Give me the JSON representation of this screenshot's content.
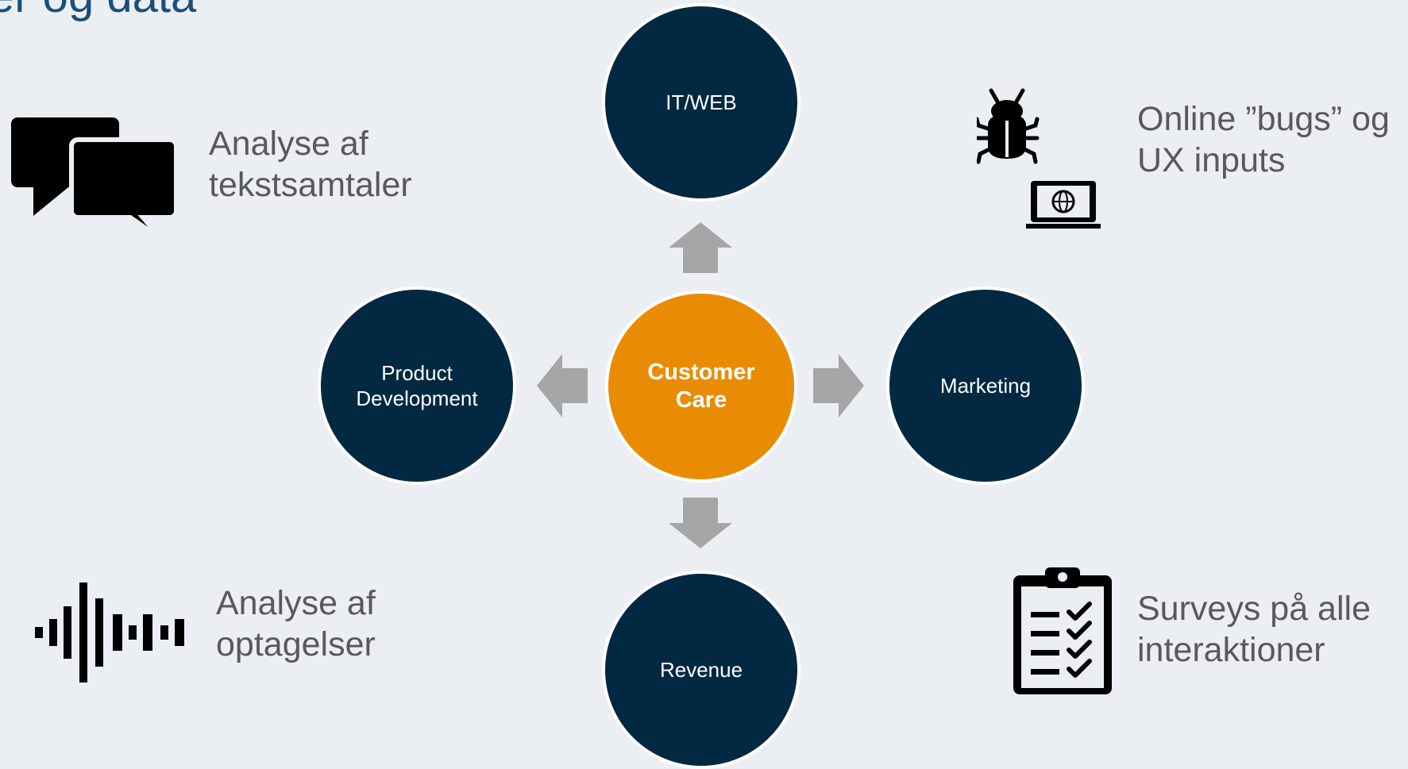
{
  "title": "er og data",
  "colors": {
    "background": "#ebeff3",
    "node": "#032842",
    "center": "#ea8c03",
    "arrow": "#a6a6a6",
    "label_text": "#595959",
    "title_text": "#1b4e7a"
  },
  "diagram": {
    "center": "Customer\nCare",
    "nodes": {
      "top": "IT/WEB",
      "left": "Product\nDevelopment",
      "right": "Marketing",
      "bottom": "Revenue"
    }
  },
  "sources": [
    {
      "icon": "chat-bubbles-icon",
      "label": "Analyse af\ntekstsamtaler"
    },
    {
      "icon": "audio-waveform-icon",
      "label": "Analyse af\noptagelser"
    },
    {
      "icon": "bug-laptop-icon",
      "label": "Online ”bugs” og\nUX inputs"
    },
    {
      "icon": "clipboard-checklist-icon",
      "label": "Surveys på alle\ninteraktioner"
    }
  ]
}
